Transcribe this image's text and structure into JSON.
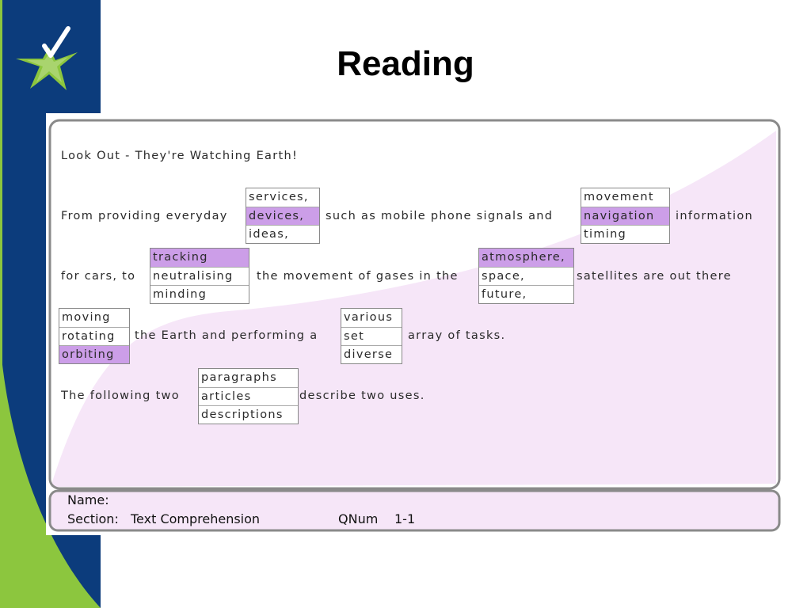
{
  "slide": {
    "title": "Reading"
  },
  "brand": {
    "primary": "#0c3c7c",
    "accent": "#8cc63e",
    "highlight": "#cc9ee8",
    "wash": "#f6e6f8"
  },
  "exercise": {
    "heading": "Look Out - They're Watching Earth!",
    "line1": {
      "before": "From providing everyday",
      "middle": "such as mobile phone signals and",
      "after": "information"
    },
    "line2": {
      "before": "for cars, to",
      "middle": "the movement of gases in the",
      "after": "satellites are out there"
    },
    "line3": {
      "middle": "the Earth and performing a",
      "after": "array of tasks."
    },
    "line4": {
      "before": "The following two",
      "after": "describe two uses."
    },
    "choices": {
      "uses": {
        "options": [
          "services,",
          "devices,",
          "ideas,"
        ],
        "selected": "devices,"
      },
      "info": {
        "options": [
          "movement",
          "navigation",
          "timing"
        ],
        "selected": "navigation"
      },
      "track": {
        "options": [
          "tracking",
          "neutralising",
          "minding"
        ],
        "selected": "tracking"
      },
      "place": {
        "options": [
          "atmosphere,",
          "space,",
          "future,"
        ],
        "selected": "atmosphere,"
      },
      "motion": {
        "options": [
          "moving",
          "rotating",
          "orbiting"
        ],
        "selected": "orbiting"
      },
      "variety": {
        "options": [
          "various",
          "set",
          "diverse"
        ],
        "selected": null
      },
      "texttype": {
        "options": [
          "paragraphs",
          "articles",
          "descriptions"
        ],
        "selected": null
      }
    }
  },
  "footer": {
    "name_label": "Name:",
    "section_label": "Section:",
    "section_value": "Text Comprehension",
    "qnum_label": "QNum",
    "qnum_value": "1-1"
  }
}
